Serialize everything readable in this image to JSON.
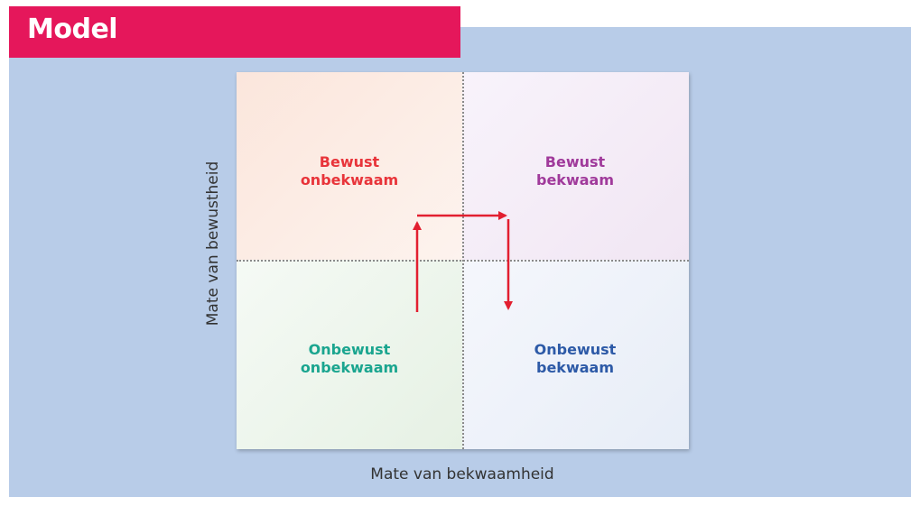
{
  "header": {
    "title": "Model"
  },
  "axes": {
    "y_label": "Mate van bewustheid",
    "x_label": "Mate van bekwaamheid"
  },
  "quadrants": {
    "top_left": {
      "line1": "Bewust",
      "line2": "onbekwaam",
      "color": "#e8343a"
    },
    "top_right": {
      "line1": "Bewust",
      "line2": "bekwaam",
      "color": "#a03a9b"
    },
    "bottom_left": {
      "line1": "Onbewust",
      "line2": "onbekwaam",
      "color": "#1aa58f"
    },
    "bottom_right": {
      "line1": "Onbewust",
      "line2": "bekwaam",
      "color": "#2d5aa7"
    }
  },
  "colors": {
    "header_bg": "#e5175b",
    "panel_bg": "#b8cce8",
    "arrow": "#e21f30"
  }
}
